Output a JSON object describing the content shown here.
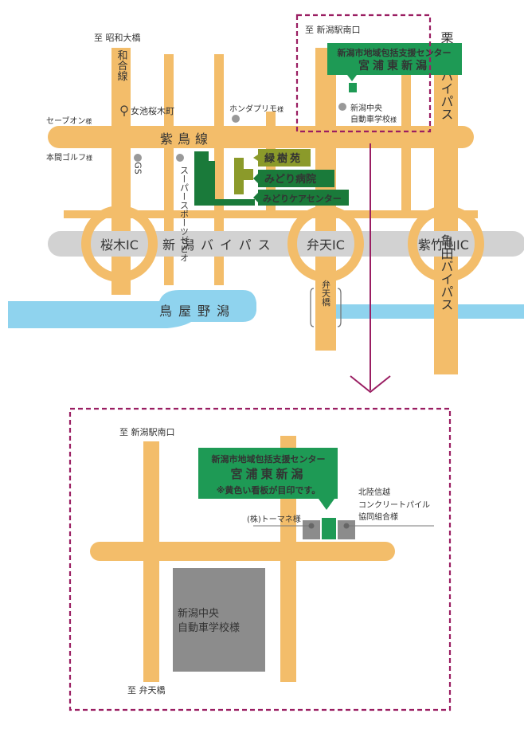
{
  "top_map": {
    "directions": {
      "to_showa_ohashi": "至 昭和大橋",
      "to_niigata_station_south": "至 新潟駅南口"
    },
    "roads": {
      "wago_line": "和合線",
      "shicho_line": "紫鳥線",
      "niigata_bypass": "新潟バイパス",
      "kurinoki_bypass": "栗の木バイパス",
      "kameda_bypass": "亀田バイパス",
      "benten_bridge": "弁天橋"
    },
    "interchanges": {
      "sakuragi": "桜木IC",
      "benten": "弁天IC",
      "shichikuyama": "紫竹山IC"
    },
    "lake": "鳥屋野潟",
    "landmarks": {
      "seven_eleven": "セーブオン",
      "sama": "様",
      "megaike": "女池桜木町",
      "honda_primo": "ホンダプリモ",
      "driving_school_1": "新潟中央",
      "driving_school_2": "自動車学校",
      "honma_golf": "本間ゴルフ",
      "gs": "GS",
      "super_zebio": "スーパースポーツゼビオ"
    },
    "facilities": {
      "ryokujuen": "緑樹苑",
      "midori_hospital": "みどり病院",
      "midori_care": "みどりケアセンター"
    },
    "center_sign": {
      "line1": "新潟市地域包括支援センター",
      "line2": "宮浦東新潟"
    }
  },
  "bottom_map": {
    "direction_top": "至 新潟駅南口",
    "direction_bottom": "至 弁天橋",
    "center_sign": {
      "line1": "新潟市地域包括支援センター",
      "line2": "宮浦東新潟",
      "note": "※黄色い看板が目印です。"
    },
    "neighbor_left": "(株)トーマネ様",
    "neighbor_right_1": "北陸信越",
    "neighbor_right_2": "コンクリートパイル",
    "neighbor_right_3": "協同組合様",
    "school_1": "新潟中央",
    "school_2": "自動車学校様"
  },
  "colors": {
    "road": "#f3bd6a",
    "bypass": "#d2d2d2",
    "lake": "#8fd3ee",
    "sign_green": "#1e9a55",
    "facility_green": "#1a7a3a",
    "facility_olive": "#8b9a2a",
    "frame": "#9a1e62",
    "school_gray": "#8c8c8c",
    "note_yellow": "#fff200"
  }
}
